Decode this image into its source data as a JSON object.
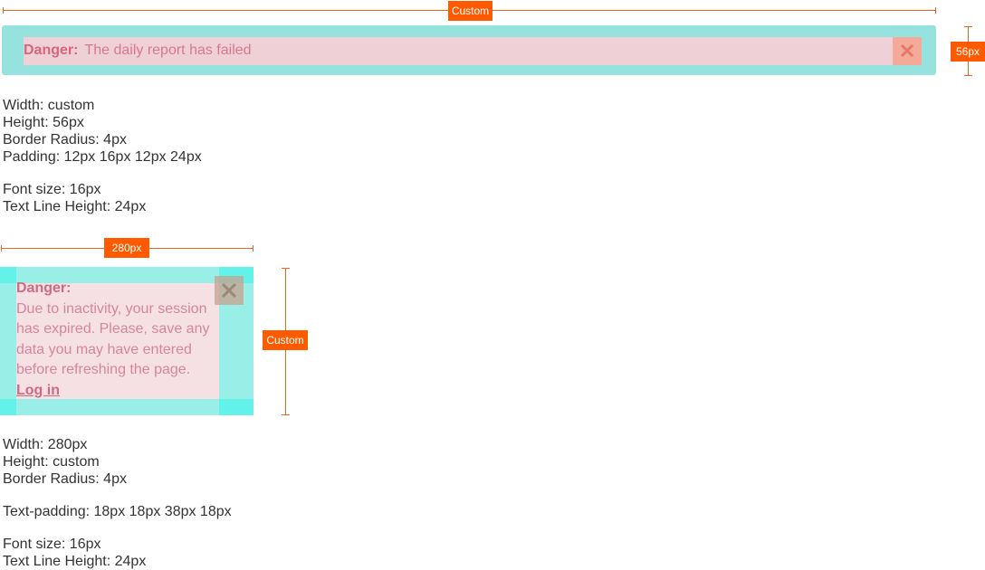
{
  "colors": {
    "measure_orange": "#ff5a00",
    "padding_teal": "#96e2df",
    "danger_bg": "#efd0d6",
    "danger_text": "#d57a8d",
    "close_bg": "#f4aa99",
    "close_x": "#e8766c"
  },
  "banner_full": {
    "width_label": "Custom",
    "height_label": "56px",
    "title": "Danger:",
    "message": "The daily report has failed",
    "close_icon": "close-icon",
    "specs": [
      "Width: custom",
      "Height: 56px",
      "Border Radius: 4px",
      "Padding: 12px 16px 12px 24px",
      "",
      "Font size: 16px",
      "Text Line Height: 24px"
    ]
  },
  "banner_narrow": {
    "width_label": "280px",
    "height_label": "Custom",
    "title": "Danger:",
    "message": "Due to inactivity, your session has expired. Please, save any data you may have entered before refreshing the page.",
    "link": "Log in",
    "close_icon": "close-icon",
    "specs": [
      "Width: 280px",
      "Height: custom",
      "Border Radius: 4px",
      "",
      "Text-padding: 18px 18px 38px 18px",
      "",
      "Font size: 16px",
      "Text Line Height: 24px"
    ]
  }
}
